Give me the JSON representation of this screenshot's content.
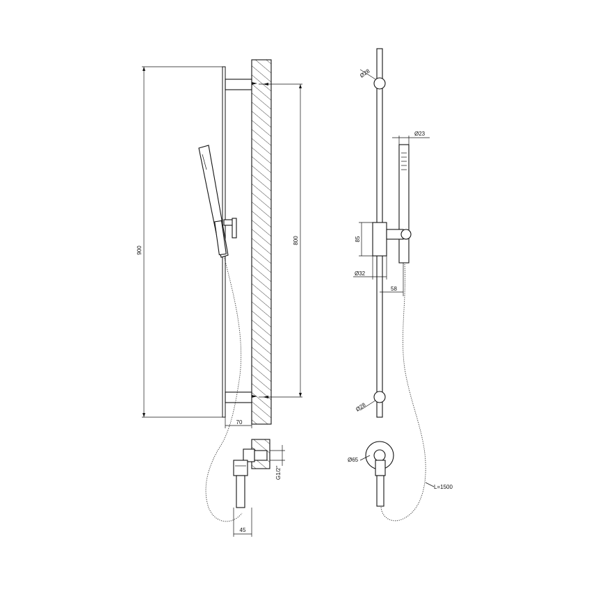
{
  "drawing": {
    "dimensions": {
      "overall_height": "900",
      "bracket_spacing": "800",
      "projection": "70",
      "outlet_depth": "45",
      "outlet_thread": "G1/2\"",
      "top_bracket_dia": "Ø28",
      "bottom_bracket_dia": "Ø28",
      "handshower_dia": "Ø23",
      "slider_height": "85",
      "rail_dia": "Ø32",
      "handshower_offset": "58",
      "flange_dia": "Ø65",
      "hose_length": "L=1500"
    }
  }
}
